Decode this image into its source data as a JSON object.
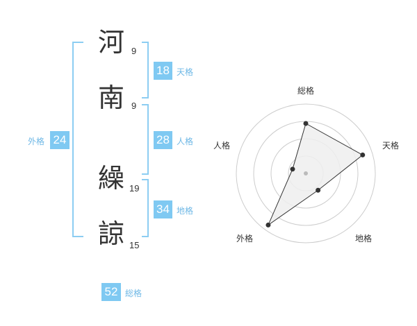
{
  "name": {
    "chars": [
      {
        "char": "河",
        "strokes": "9"
      },
      {
        "char": "南",
        "strokes": "9"
      },
      {
        "char": "繰",
        "strokes": "19"
      },
      {
        "char": "諒",
        "strokes": "15"
      }
    ]
  },
  "fortunes": {
    "tenkaku": {
      "value": "18",
      "label": "天格"
    },
    "jinkaku": {
      "value": "28",
      "label": "人格"
    },
    "chikaku": {
      "value": "34",
      "label": "地格"
    },
    "gaikaku": {
      "value": "24",
      "label": "外格"
    },
    "soukaku": {
      "value": "52",
      "label": "総格"
    }
  },
  "radar": {
    "axes": [
      "総格",
      "天格",
      "地格",
      "外格",
      "人格"
    ],
    "values": [
      0.72,
      0.86,
      0.3,
      0.92,
      0.2
    ],
    "colors": {
      "ring": "#cccccc",
      "fill": "#eeeeee",
      "line": "#333333",
      "point": "#333333",
      "center": "#bbbbbb"
    }
  }
}
